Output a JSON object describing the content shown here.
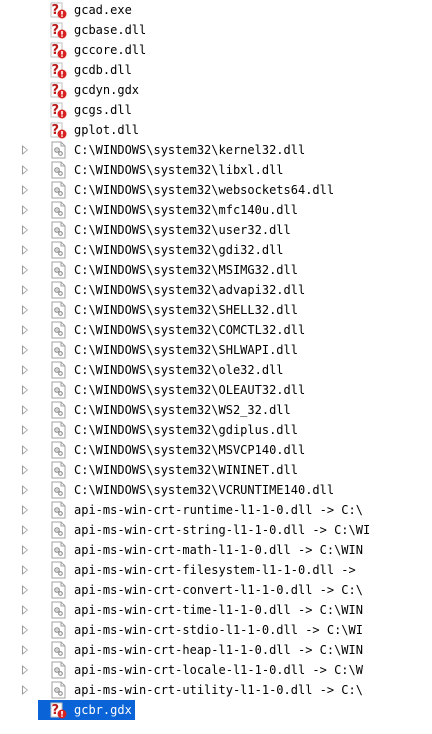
{
  "tree": {
    "items": [
      {
        "label": "gcad.exe",
        "icon": "missing-module-icon",
        "expandable": false
      },
      {
        "label": "gcbase.dll",
        "icon": "missing-module-icon",
        "expandable": false
      },
      {
        "label": "gccore.dll",
        "icon": "missing-module-icon",
        "expandable": false
      },
      {
        "label": "gcdb.dll",
        "icon": "missing-module-icon",
        "expandable": false
      },
      {
        "label": "gcdyn.gdx",
        "icon": "missing-module-icon",
        "expandable": false
      },
      {
        "label": "gcgs.dll",
        "icon": "missing-module-icon",
        "expandable": false
      },
      {
        "label": "gplot.dll",
        "icon": "missing-module-icon",
        "expandable": false
      },
      {
        "label": "C:\\WINDOWS\\system32\\kernel32.dll",
        "icon": "module-icon",
        "expandable": true
      },
      {
        "label": "C:\\WINDOWS\\system32\\libxl.dll",
        "icon": "module-icon",
        "expandable": true
      },
      {
        "label": "C:\\WINDOWS\\system32\\websockets64.dll",
        "icon": "module-icon",
        "expandable": true
      },
      {
        "label": "C:\\WINDOWS\\system32\\mfc140u.dll",
        "icon": "module-icon",
        "expandable": true
      },
      {
        "label": "C:\\WINDOWS\\system32\\user32.dll",
        "icon": "module-icon",
        "expandable": true
      },
      {
        "label": "C:\\WINDOWS\\system32\\gdi32.dll",
        "icon": "module-icon",
        "expandable": true
      },
      {
        "label": "C:\\WINDOWS\\system32\\MSIMG32.dll",
        "icon": "module-icon",
        "expandable": true
      },
      {
        "label": "C:\\WINDOWS\\system32\\advapi32.dll",
        "icon": "module-icon",
        "expandable": true
      },
      {
        "label": "C:\\WINDOWS\\system32\\SHELL32.dll",
        "icon": "module-icon",
        "expandable": true
      },
      {
        "label": "C:\\WINDOWS\\system32\\COMCTL32.dll",
        "icon": "module-icon",
        "expandable": true
      },
      {
        "label": "C:\\WINDOWS\\system32\\SHLWAPI.dll",
        "icon": "module-icon",
        "expandable": true
      },
      {
        "label": "C:\\WINDOWS\\system32\\ole32.dll",
        "icon": "module-icon",
        "expandable": true
      },
      {
        "label": "C:\\WINDOWS\\system32\\OLEAUT32.dll",
        "icon": "module-icon",
        "expandable": true
      },
      {
        "label": "C:\\WINDOWS\\system32\\WS2_32.dll",
        "icon": "module-icon",
        "expandable": true
      },
      {
        "label": "C:\\WINDOWS\\system32\\gdiplus.dll",
        "icon": "module-icon",
        "expandable": true
      },
      {
        "label": "C:\\WINDOWS\\system32\\MSVCP140.dll",
        "icon": "module-icon",
        "expandable": true
      },
      {
        "label": "C:\\WINDOWS\\system32\\WININET.dll",
        "icon": "module-icon",
        "expandable": true
      },
      {
        "label": "C:\\WINDOWS\\system32\\VCRUNTIME140.dll",
        "icon": "module-icon",
        "expandable": true
      },
      {
        "label": "api-ms-win-crt-runtime-l1-1-0.dll -> C:\\",
        "icon": "module-icon",
        "expandable": true
      },
      {
        "label": "api-ms-win-crt-string-l1-1-0.dll -> C:\\WI",
        "icon": "module-icon",
        "expandable": true
      },
      {
        "label": "api-ms-win-crt-math-l1-1-0.dll -> C:\\WIN",
        "icon": "module-icon",
        "expandable": true
      },
      {
        "label": "api-ms-win-crt-filesystem-l1-1-0.dll ->",
        "icon": "module-icon",
        "expandable": true
      },
      {
        "label": "api-ms-win-crt-convert-l1-1-0.dll -> C:\\",
        "icon": "module-icon",
        "expandable": true
      },
      {
        "label": "api-ms-win-crt-time-l1-1-0.dll -> C:\\WIN",
        "icon": "module-icon",
        "expandable": true
      },
      {
        "label": "api-ms-win-crt-stdio-l1-1-0.dll -> C:\\WI",
        "icon": "module-icon",
        "expandable": true
      },
      {
        "label": "api-ms-win-crt-heap-l1-1-0.dll -> C:\\WIN",
        "icon": "module-icon",
        "expandable": true
      },
      {
        "label": "api-ms-win-crt-locale-l1-1-0.dll -> C:\\W",
        "icon": "module-icon",
        "expandable": true
      },
      {
        "label": "api-ms-win-crt-utility-l1-1-0.dll -> C:\\",
        "icon": "module-icon",
        "expandable": true
      },
      {
        "label": "gcbr.gdx",
        "icon": "missing-module-icon",
        "expandable": false,
        "selected": true
      }
    ]
  },
  "colors": {
    "selection": "#0a64d8",
    "missing_badge": "#d92323",
    "question_mark": "#b81c1c"
  }
}
